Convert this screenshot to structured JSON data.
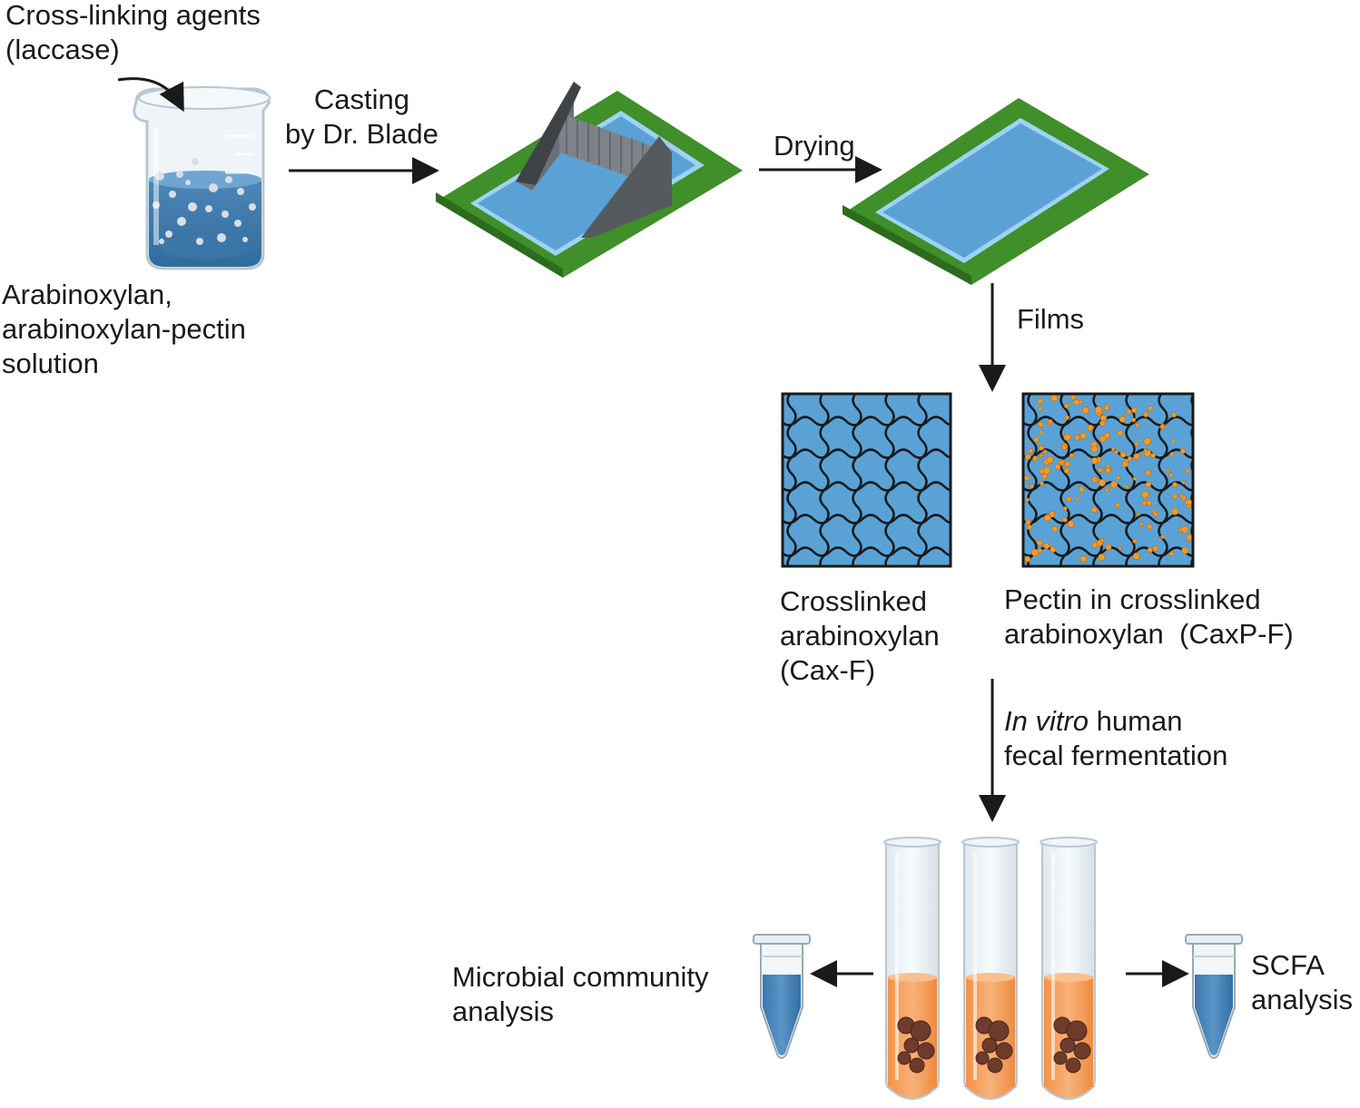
{
  "labels": {
    "crosslinker": [
      "Cross-linking agents",
      "(laccase)"
    ],
    "solution": [
      "Arabinoxylan,",
      "arabinoxylan-pectin",
      "solution"
    ],
    "casting": [
      "Casting",
      "by Dr. Blade"
    ],
    "drying": "Drying",
    "films": "Films",
    "cax": [
      "Crosslinked",
      "arabinoxylan",
      "(Cax-F)"
    ],
    "caxp": [
      "Pectin in crosslinked",
      "arabinoxylan  (CaxP-F)"
    ],
    "fermentation": {
      "italic": "In vitro",
      "rest": " human",
      "line2": "fecal fermentation"
    },
    "microbial": [
      "Microbial community",
      "analysis"
    ],
    "scfa": [
      "SCFA",
      "analysis"
    ]
  },
  "colors": {
    "plate_green": "#3f8f2a",
    "film_blue": "#5aa2d6",
    "film_edge": "#9fd3f2",
    "blade_gray": "#555a5e",
    "orange_medium": "#f4a261",
    "pellet_brown": "#6e3b2c",
    "pectin_dot": "#f39b2a"
  }
}
